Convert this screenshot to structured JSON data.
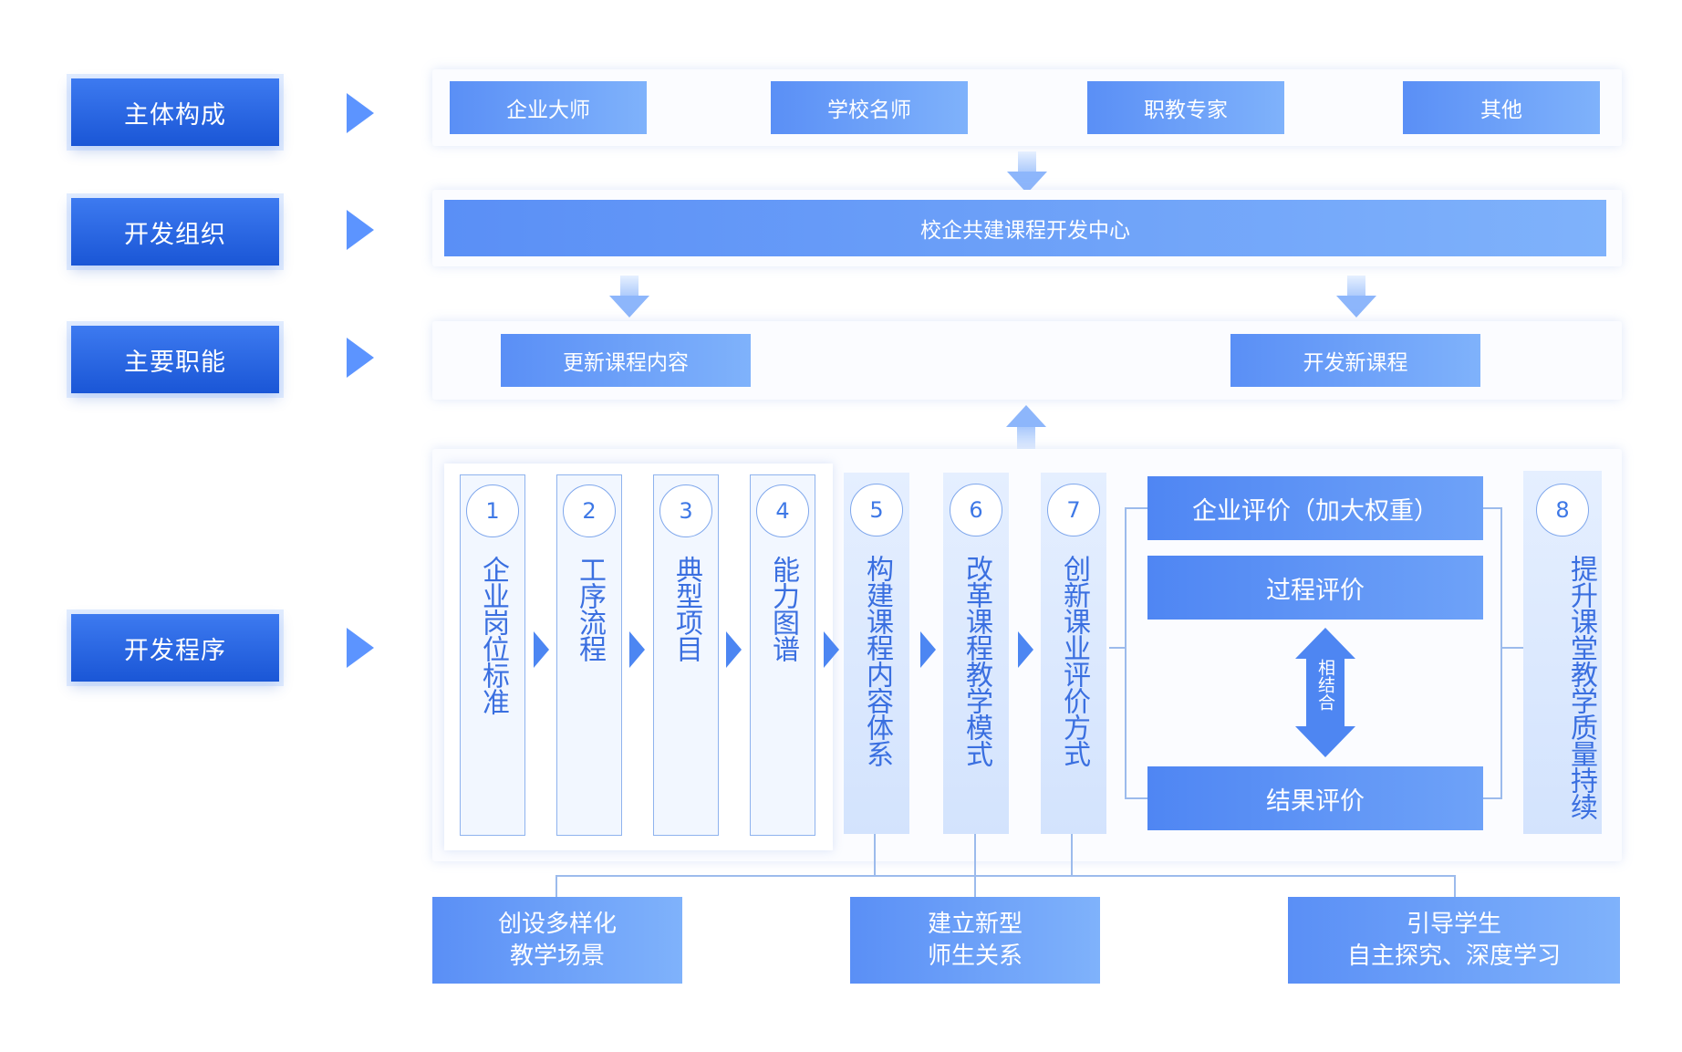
{
  "row_labels": [
    "主体构成",
    "开发组织",
    "主要职能",
    "开发程序"
  ],
  "subjects": [
    "企业大师",
    "学校名师",
    "职教专家",
    "其他"
  ],
  "org": "校企共建课程开发中心",
  "functions": [
    "更新课程内容",
    "开发新课程"
  ],
  "steps": [
    {
      "num": "1",
      "text": "企业岗位标准"
    },
    {
      "num": "2",
      "text": "工序流程"
    },
    {
      "num": "3",
      "text": "典型项目"
    },
    {
      "num": "4",
      "text": "能力图谱"
    },
    {
      "num": "5",
      "text": "构建课程内容体系"
    },
    {
      "num": "6",
      "text": "改革课程教学模式"
    },
    {
      "num": "7",
      "text": "创新课业评价方式"
    },
    {
      "num": "8",
      "text": "提升课堂教学质量持续"
    }
  ],
  "evaluations": {
    "enterprise": "企业评价（加大权重）",
    "process": "过程评价",
    "combine": "相结合",
    "result": "结果评价"
  },
  "outcomes": [
    {
      "line1": "创设多样化",
      "line2": "教学场景"
    },
    {
      "line1": "建立新型",
      "line2": "师生关系"
    },
    {
      "line1": "引导学生",
      "line2": "自主探究、深度学习"
    }
  ],
  "colors": {
    "primary": "#1a56d6",
    "accent_light": "#7fb2fb",
    "accent": "#5a8ff6",
    "text_blue": "#3a6fe0"
  }
}
